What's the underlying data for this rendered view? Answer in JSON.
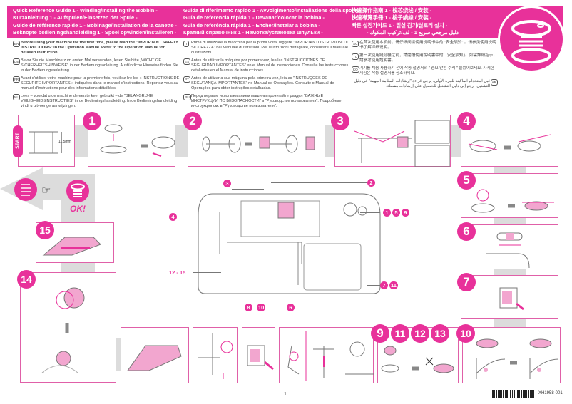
{
  "header": {
    "col1": [
      "Quick Reference Guide 1 - Winding/Installing the Bobbin -",
      "Kurzanleitung 1 - Aufspulen/Einsetzen der Spule -",
      "Guide de référence rapide 1 - Bobinage/installation de la canette -",
      "Beknopte bedieningshandleiding 1 - Spoel opwinden/installeren -"
    ],
    "col2": [
      "Guida di riferimento rapido 1 - Avvolgimento/installazione della spolina -",
      "Guía de referencia rápida 1 - Devanar/colocar la bobina -",
      "Guia de referência rápida 1 - Encher/instalar a bobina -",
      "Краткий справочник 1 - Намотка/установка шпульки -"
    ],
    "col3": [
      "快速操作指南 1 - 梭芯绕线 / 安装 -",
      "快速導覽手冊 1 - 梭子繞線 / 安裝 -",
      "빠른 설정가이드 1 - 밑실 감기/실토리 설치 -",
      "دليل مرجعي سريع 1 - لف/تركيب المكوك -"
    ]
  },
  "instructions": {
    "col1": [
      {
        "tag": "EN",
        "text": "Before using your machine for the first time, please read the \"IMPORTANT SAFETY INSTRUCTIONS\" in the Operation Manual. Refer to the Operation Manual for detailed instruction."
      },
      {
        "tag": "DE",
        "text": "Bevor Sie die Maschine zum ersten Mal verwenden, lesen Sie bitte „WICHTIGE SICHERHEITSHINWEISE\" in der Bedienungsanleitung. Ausführliche Hinweise finden Sie in der Bedienungsanleitung."
      },
      {
        "tag": "FR",
        "text": "Avant d'utiliser votre machine pour la première fois, veuillez lire les « INSTRUCTIONS DE SÉCURITÉ IMPORTANTES » indiquées dans le manuel d'instructions. Reportez-vous au manuel d'instructions pour des informations détaillées."
      },
      {
        "tag": "NL",
        "text": "Lees – voordat u de machine de eerste keer gebruikt – de \"BELANGRIJKE VEILIGHEIDSINSTRUCTIES\" in de Bedieningshandleiding. In de Bedieningshandleiding vindt u uitvoerige aanwijzingen."
      }
    ],
    "col2": [
      {
        "tag": "IT",
        "text": "Prima di utilizzare la macchina per la prima volta, leggere \"IMPORTANTI ISTRUZIONI DI SICUREZZA\" nel Manuale di istruzioni. Per le istruzioni dettagliate, consultare il Manuale di istruzioni."
      },
      {
        "tag": "ES",
        "text": "Antes de utilizar la máquina por primera vez, lea las \"INSTRUCCIONES DE SEGURIDAD IMPORTANTES\" en el Manual de instrucciones. Consulte las instrucciones detalladas en el Manual de instrucciones."
      },
      {
        "tag": "PT",
        "text": "Antes de utilizar a sua máquina pela primeira vez, leia as \"INSTRUÇÕES DE SEGURANÇA IMPORTANTES\" no Manual de Operações. Consulte o Manual de Operações para obter instruções detalhadas."
      },
      {
        "tag": "RU",
        "text": "Перед первым использованием машины прочитайте раздел \"ВАЖНЫЕ ИНСТРУКЦИИ ПО БЕЗОПАСНОСТИ\" в \"Руководстве пользователя\". Подробные инструкции см. в \"Руководстве пользователя\"."
      }
    ],
    "col3": [
      {
        "tag": "SC",
        "text": "在首次使用本机前，请仔细阅读使用说明书中的 \"安全须知\" 。请参见使用说明书了解详细说明。"
      },
      {
        "tag": "TC",
        "text": "第一次使用縫紉機之前，請閱讀使用說明書中的「安全須知」。如需詳細指示，請參考使用說明書。"
      },
      {
        "tag": "KO",
        "text": "기기를 처음 사용하기 전에 작동 설명서의 \" 중요 안전 수칙 \" 을읽어보세요. 자세한 지침은 작동 설명서를 참조하세요."
      },
      {
        "tag": "AR",
        "text": "قبل استخدام الماكينة للمرة الأولى، يرجى قراءة \"إرشادات السلامة المهمة\" في دليل التشغيل. ارجع إلى دليل التشغيل للحصول على إرشادات مفصلة."
      }
    ]
  },
  "start": {
    "label": "START",
    "measure": "11.5mm"
  },
  "ok_label": "OK!",
  "steps": {
    "s1": "1",
    "s2": "2",
    "s3": "3",
    "s4": "4",
    "s5": "5",
    "s6": "6",
    "s7": "7",
    "s14": "14",
    "s15": "15",
    "s9": "9",
    "s11": "11",
    "s12": "12",
    "s13": "13",
    "s10": "10"
  },
  "callouts": {
    "c3": "3",
    "c2": "2",
    "c4": "4",
    "c159": [
      "1",
      "5",
      "9"
    ],
    "c1215": "12 - 15",
    "c711": [
      "7",
      "11"
    ],
    "c8": "8",
    "c10": "10",
    "c6": "6"
  },
  "footer": {
    "page": "1",
    "code": "XH1958-001"
  },
  "colors": {
    "accent": "#e8319a",
    "thread": "#f2a6cf",
    "connector": "#dcdcdc"
  }
}
